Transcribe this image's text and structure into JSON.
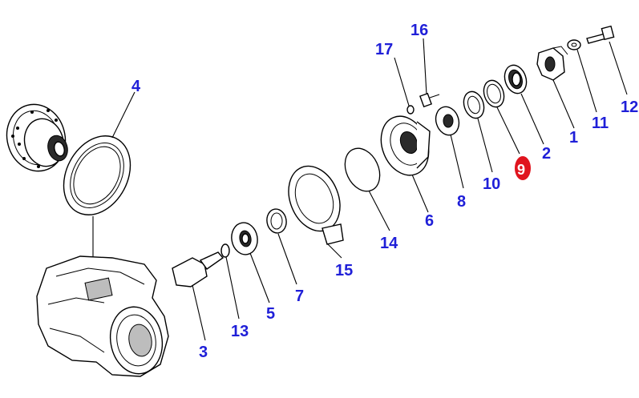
{
  "callouts": [
    {
      "id": "c4",
      "label": "4"
    },
    {
      "id": "c16",
      "label": "16"
    },
    {
      "id": "c17",
      "label": "17"
    },
    {
      "id": "c12",
      "label": "12"
    },
    {
      "id": "c11",
      "label": "11"
    },
    {
      "id": "c1",
      "label": "1"
    },
    {
      "id": "c2",
      "label": "2"
    },
    {
      "id": "c9",
      "label": "9"
    },
    {
      "id": "c10",
      "label": "10"
    },
    {
      "id": "c8",
      "label": "8"
    },
    {
      "id": "c6",
      "label": "6"
    },
    {
      "id": "c14",
      "label": "14"
    },
    {
      "id": "c15",
      "label": "15"
    },
    {
      "id": "c7",
      "label": "7"
    },
    {
      "id": "c5",
      "label": "5"
    },
    {
      "id": "c13",
      "label": "13"
    },
    {
      "id": "c3",
      "label": "3"
    }
  ],
  "highlight": {
    "label": "9",
    "ring_color": "#e0141e",
    "text_color": "#ffffff"
  },
  "colors": {
    "callout": "#1f1fd8",
    "line": "#000000",
    "background": "#ffffff"
  }
}
